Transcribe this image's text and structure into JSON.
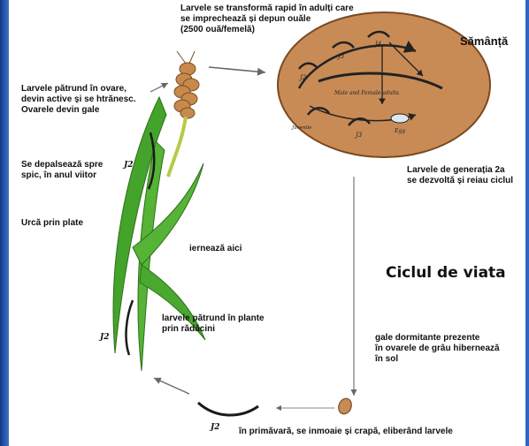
{
  "diagram": {
    "title": "Ciclul de viata",
    "seed_label": "Sămânță",
    "labels": {
      "top_adults": "Larvele se transformă rapid în adulți care\nse imprechează și depun ouăle\n(2500 ouă/femelă)",
      "ovary_entry": "Larvele pătrund în ovare,\ndevin active și se htrănesc.\nOvarele devin gale",
      "move_spike": "Se depalsează spre\nspic, în anul viitor",
      "climb": "Urcă prin plate",
      "overwinter": "iernează aici",
      "root_entry": "larvele pătrund în plante\nprin rădăcini",
      "second_gen": "Larvele de generația 2a\nse dezvoltă și reiau ciclul",
      "dormant_galls": "gale dormitante prezente\nîn ovarele de grâu hibernează\nîn sol",
      "spring": "în primăvară, se inmoaie și crapă, eliberând larvele"
    },
    "stage_marks": {
      "j2_upper": "J2",
      "j2_lower": "J2",
      "j2_soil": "J2"
    },
    "seed_marks": {
      "j2_left": "J2",
      "j3": "J3",
      "j4": "J4",
      "j3_bottom": "J3",
      "adults": "Male and Female adults",
      "egg": "Egg",
      "juvenile": "Juvenile"
    },
    "colors": {
      "seed_fill": "#c98b55",
      "leaf_green": "#44a32a",
      "panel_bg": "#ffffff",
      "frame_blue": "#1b4f9c"
    }
  }
}
